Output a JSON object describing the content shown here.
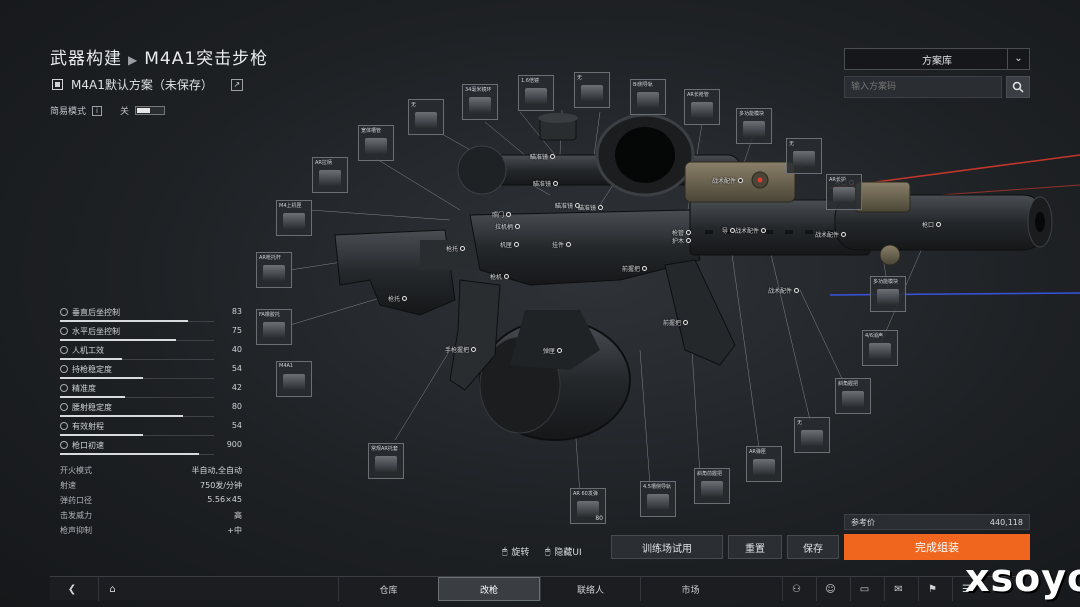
{
  "header": {
    "section": "武器构建",
    "weapon": "M4A1突击步枪",
    "preset_name": "M4A1默认方案（未保存）",
    "simple_mode_label": "简易模式",
    "simple_mode_state": "关"
  },
  "right_panel": {
    "scheme_library": "方案库",
    "search_placeholder": "输入方案码"
  },
  "part_tags": [
    "瞄准镜",
    "瞄准镜",
    "瞄准镜",
    "枪口",
    "战术配件",
    "瞄准镜",
    "枪管",
    "护木",
    "挂件",
    "导",
    "战术配件",
    "照门",
    "拉机柄",
    "机匣",
    "枪托",
    "枪机",
    "战术配件",
    "枪口",
    "前握把",
    "战术配件",
    "枪托",
    "手枪握把",
    "弹匣",
    "前握把"
  ],
  "slots": [
    {
      "label": "34毫米镜环"
    },
    {
      "label": "1.6倍镜"
    },
    {
      "label": "无"
    },
    {
      "label": "Bi侧导轨"
    },
    {
      "label": "AR长枪管"
    },
    {
      "label": "无"
    },
    {
      "label": "AR拉柄"
    },
    {
      "label": "M4上机匣"
    },
    {
      "label": "AR枪托杆"
    },
    {
      "label": "FA橡胶托"
    },
    {
      "label": "M4A1"
    },
    {
      "label": "常规AR托套"
    },
    {
      "label": "AR 60发弹"
    },
    {
      "label": "4.5槽侧导轨"
    },
    {
      "label": "斜角前握把"
    },
    {
      "label": "AR弹匣"
    },
    {
      "label": "无"
    },
    {
      "label": "斜角握把"
    },
    {
      "label": "多功能模块"
    },
    {
      "label": "无"
    },
    {
      "label": "AR长护"
    },
    {
      "label": "多功能模块"
    },
    {
      "label": "4/6消声"
    },
    {
      "label": "宽体槽管"
    }
  ],
  "slot_badge": "80",
  "stats": [
    {
      "label": "垂直后坐控制",
      "value": "83",
      "level": 0.83
    },
    {
      "label": "水平后坐控制",
      "value": "75",
      "level": 0.75
    },
    {
      "label": "人机工效",
      "value": "40",
      "level": 0.4
    },
    {
      "label": "持枪稳定度",
      "value": "54",
      "level": 0.54
    },
    {
      "label": "精准度",
      "value": "42",
      "level": 0.42
    },
    {
      "label": "腰射稳定度",
      "value": "80",
      "level": 0.8
    },
    {
      "label": "有效射程",
      "value": "54",
      "level": 0.54
    },
    {
      "label": "枪口初速",
      "value": "900",
      "level": 0.9
    }
  ],
  "specs": [
    {
      "label": "开火模式",
      "value": "半自动,全自动"
    },
    {
      "label": "射速",
      "value": "750发/分钟"
    },
    {
      "label": "弹药口径",
      "value": "5.56×45"
    },
    {
      "label": "击发威力",
      "value": "高"
    },
    {
      "label": "枪声抑制",
      "value": "+中"
    }
  ],
  "actions": {
    "ref_price_label": "参考价",
    "ref_price_value": "440,118",
    "rotate": "旋转",
    "hide_ui": "隐藏UI",
    "training": "训练场试用",
    "reset": "重置",
    "save": "保存",
    "complete": "完成组装"
  },
  "nav": {
    "items": [
      "仓库",
      "改枪",
      "联络人",
      "市场"
    ],
    "active": "改枪"
  },
  "watermark": "xsoyo",
  "colors": {
    "accent": "#f1661f",
    "laser_red": "#e03a2e",
    "laser_blue": "#3a5cff"
  }
}
